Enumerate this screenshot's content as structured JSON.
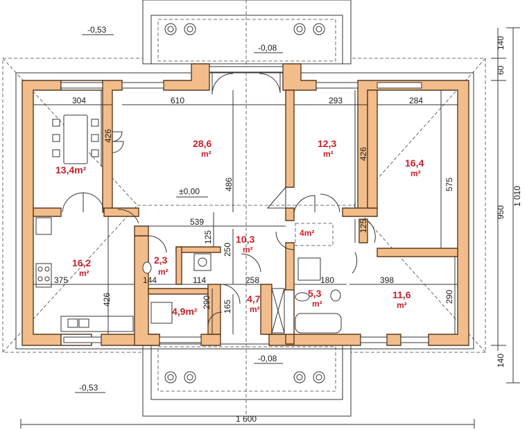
{
  "levels": {
    "top_left": "-0,53",
    "terrace_top": "-0,08",
    "living": "±0,00",
    "terrace_bottom": "-0,08",
    "bottom_left": "-0,53"
  },
  "rooms": [
    {
      "id": "dining",
      "area": "13,4",
      "unit": "m²"
    },
    {
      "id": "living",
      "area": "28,6",
      "unit": "m²"
    },
    {
      "id": "bedroom-a",
      "area": "12,3",
      "unit": "m²"
    },
    {
      "id": "bedroom-b",
      "area": "16,4",
      "unit": "m²"
    },
    {
      "id": "kitchen",
      "area": "16,2",
      "unit": "m²"
    },
    {
      "id": "wc",
      "area": "2,3",
      "unit": "m²"
    },
    {
      "id": "utility",
      "area": "4,9",
      "unit": "m²"
    },
    {
      "id": "hall",
      "area": "10,3",
      "unit": "m²"
    },
    {
      "id": "storage",
      "area": "4",
      "unit": "m²"
    },
    {
      "id": "entry",
      "area": "4,7",
      "unit": "m²"
    },
    {
      "id": "bathroom",
      "area": "5,3",
      "unit": "m²"
    },
    {
      "id": "bedroom-c",
      "area": "11,6",
      "unit": "m²"
    }
  ],
  "dims": {
    "d304": "304",
    "d610": "610",
    "d293": "293",
    "d284": "284",
    "d426a": "426",
    "d486": "486",
    "d426b": "426",
    "d575": "575",
    "d539": "539",
    "d125a": "125",
    "d250": "250",
    "d125b": "125",
    "d375": "375",
    "d144": "144",
    "d114": "114",
    "d258": "258",
    "d180": "180",
    "d398": "398",
    "d426c": "426",
    "d290a": "290",
    "d165": "165",
    "d290b": "290",
    "r140top": "140",
    "r60": "60",
    "r950": "950",
    "r1010": "1 010",
    "r140bot": "140",
    "b1600": "1 600"
  }
}
